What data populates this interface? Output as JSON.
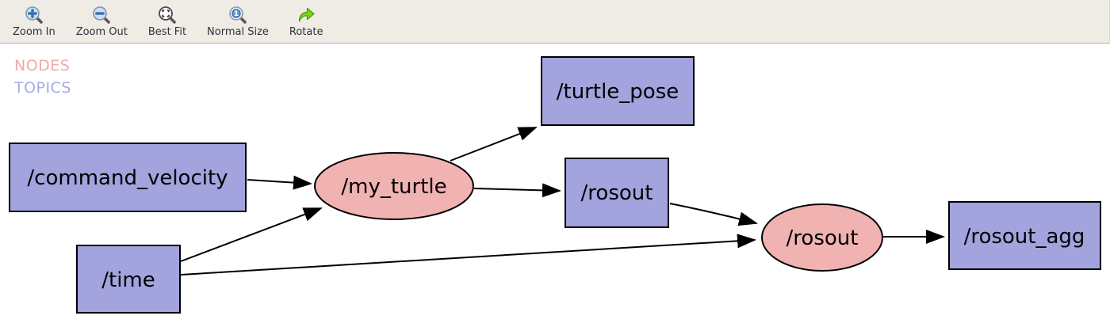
{
  "toolbar": {
    "buttons": [
      {
        "label": "Zoom In",
        "icon": "zoom-in-icon"
      },
      {
        "label": "Zoom Out",
        "icon": "zoom-out-icon"
      },
      {
        "label": "Best Fit",
        "icon": "best-fit-icon"
      },
      {
        "label": "Normal Size",
        "icon": "normal-size-icon"
      },
      {
        "label": "Rotate",
        "icon": "rotate-icon"
      }
    ]
  },
  "legend": {
    "nodes_label": "NODES",
    "topics_label": "TOPICS",
    "nodes_color": "#efa9a9",
    "topics_color": "#a9a9e9"
  },
  "graph": {
    "colors": {
      "topic_fill": "#a3a3de",
      "node_fill": "#f1b2b2",
      "stroke": "#000000"
    },
    "topics": [
      {
        "label": "/command_velocity"
      },
      {
        "label": "/time"
      },
      {
        "label": "/turtle_pose"
      },
      {
        "label": "/rosout"
      },
      {
        "label": "/rosout_agg"
      }
    ],
    "nodes": [
      {
        "label": "/my_turtle"
      },
      {
        "label": "/rosout"
      }
    ],
    "edges": [
      {
        "from": "/command_velocity",
        "from_type": "topic",
        "to": "/my_turtle",
        "to_type": "node"
      },
      {
        "from": "/time",
        "from_type": "topic",
        "to": "/my_turtle",
        "to_type": "node"
      },
      {
        "from": "/time",
        "from_type": "topic",
        "to": "/rosout",
        "to_type": "node"
      },
      {
        "from": "/my_turtle",
        "from_type": "node",
        "to": "/turtle_pose",
        "to_type": "topic"
      },
      {
        "from": "/my_turtle",
        "from_type": "node",
        "to": "/rosout",
        "to_type": "topic"
      },
      {
        "from": "/rosout",
        "from_type": "topic",
        "to": "/rosout",
        "to_type": "node"
      },
      {
        "from": "/rosout",
        "from_type": "node",
        "to": "/rosout_agg",
        "to_type": "topic"
      }
    ]
  }
}
